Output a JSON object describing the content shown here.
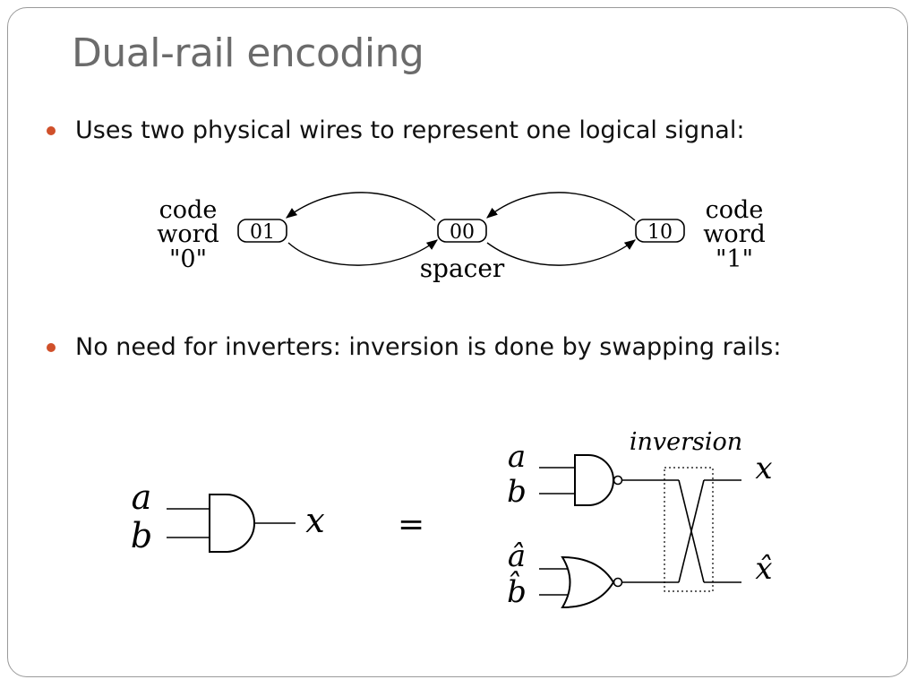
{
  "slide": {
    "title": "Dual-rail encoding",
    "bullet_color": "#d0502a",
    "bullets": [
      "Uses two physical wires to represent one logical signal:",
      "No need for inverters: inversion is done by swapping rails:"
    ],
    "equals_sign": "="
  },
  "state_diagram": {
    "left_label": [
      "code",
      "word",
      "\"0\""
    ],
    "right_label": [
      "code",
      "word",
      "\"1\""
    ],
    "spacer_label": "spacer",
    "states": [
      "01",
      "00",
      "10"
    ]
  },
  "gate_diagram": {
    "simple_gate": {
      "type": "AND",
      "inputs": [
        "a",
        "b"
      ],
      "output": "x"
    },
    "dual_rail": {
      "annotation": "inversion",
      "top_gate": {
        "type": "NAND",
        "inputs": [
          "a",
          "b"
        ],
        "output": "x"
      },
      "bottom_gate": {
        "type": "NOR",
        "inputs": [
          "â",
          "b̂"
        ],
        "output": "x̂"
      }
    }
  }
}
